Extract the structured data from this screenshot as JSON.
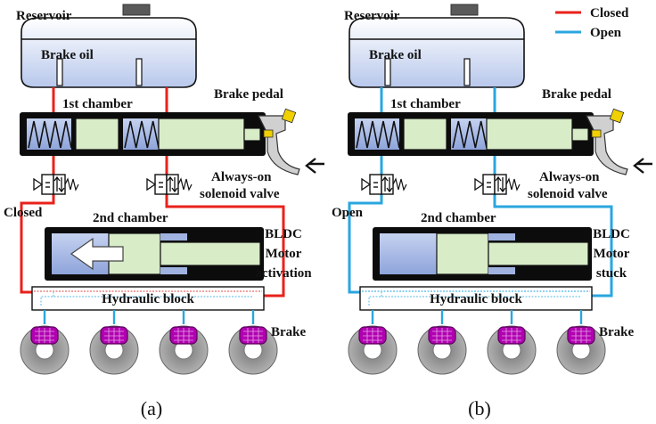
{
  "legend": {
    "closed": {
      "label": "Closed",
      "color": "#e8221b"
    },
    "open": {
      "label": "Open",
      "color": "#2aa6df"
    }
  },
  "panels": [
    {
      "caption": "(a)",
      "reservoir": "Reservoir",
      "brake_oil": "Brake oil",
      "first_chamber": "1st chamber",
      "brake_pedal": "Brake pedal",
      "valve_line1": "Always-on",
      "valve_line2": "solenoid valve",
      "valve_state": "Closed",
      "second_chamber": "2nd chamber",
      "motor_lines": [
        "BLDC",
        "Motor",
        "activation"
      ],
      "hydraulic_block": "Hydraulic block",
      "brake": "Brake",
      "line_state": "closed",
      "piston_arrow": true
    },
    {
      "caption": "(b)",
      "reservoir": "Reservoir",
      "brake_oil": "Brake oil",
      "first_chamber": "1st chamber",
      "brake_pedal": "Brake pedal",
      "valve_line1": "Always-on",
      "valve_line2": "solenoid valve",
      "valve_state": "Open",
      "second_chamber": "2nd chamber",
      "motor_lines": [
        "BLDC",
        "Motor",
        "stuck"
      ],
      "hydraulic_block": "Hydraulic block",
      "brake": "Brake",
      "line_state": "open",
      "piston_arrow": false
    }
  ]
}
